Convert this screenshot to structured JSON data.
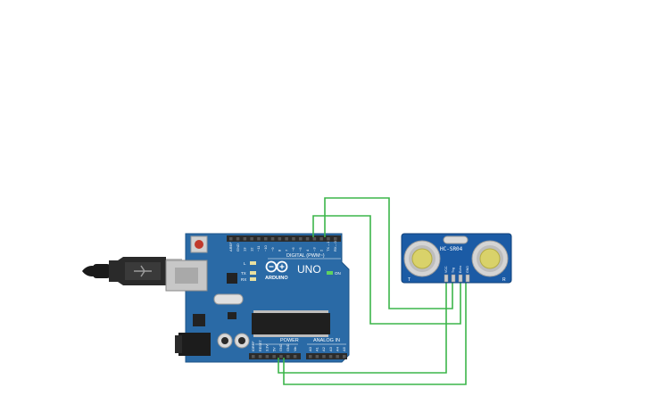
{
  "arduino": {
    "brand": "ARDUINO",
    "model": "UNO",
    "digital_header": "DIGITAL (PWM~)",
    "power_header": "POWER",
    "analog_header": "ANALOG IN",
    "on_label": "ON",
    "tx_label": "TX",
    "rx_label": "RX",
    "l_label": "L",
    "digital_pins": [
      "AREF",
      "GND",
      "13",
      "12",
      "~11",
      "~10",
      "~9",
      "8",
      "7",
      "~6",
      "~5",
      "4",
      "~3",
      "2",
      "TX→1",
      "RX←0"
    ],
    "power_pins": [
      "IOREF",
      "RESET",
      "3.3V",
      "5V",
      "GND",
      "GND",
      "Vin"
    ],
    "analog_pins": [
      "A0",
      "A1",
      "A2",
      "A3",
      "A4",
      "A5"
    ]
  },
  "sensor": {
    "model": "HC-SR04",
    "left_mark": "T",
    "right_mark": "R",
    "pins": [
      "VCC",
      "Trig",
      "Echo",
      "GND"
    ]
  },
  "colors": {
    "board": "#2a6aa6",
    "board_dark": "#1e5488",
    "wire": "#3cb54a",
    "header": "#2b2b2b",
    "sensor_board": "#1b5ba5",
    "transducer": "#c9c9c9",
    "transducer_core": "#d9d26a"
  }
}
